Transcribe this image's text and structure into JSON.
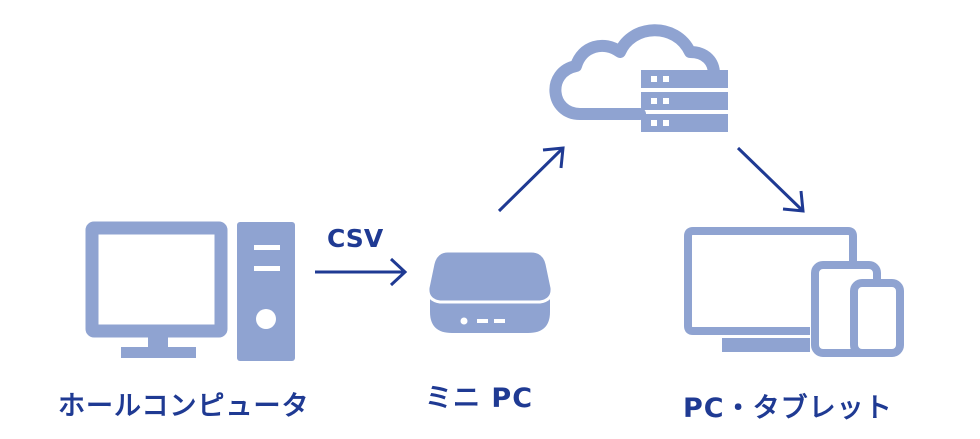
{
  "colors": {
    "icon": "#8fa3d1",
    "accent": "#1f3a93",
    "background": "#ffffff"
  },
  "nodes": {
    "host_pc": {
      "label": "ホールコンピュータ",
      "icon": "desktop-computer-icon"
    },
    "mini_pc": {
      "label": "ミニ PC",
      "icon": "mini-pc-icon"
    },
    "cloud": {
      "icon": "cloud-server-icon"
    },
    "devices": {
      "label": "PC・タブレット",
      "icon": "multi-device-icon"
    }
  },
  "edges": {
    "host_to_mini": {
      "label": "CSV"
    }
  }
}
